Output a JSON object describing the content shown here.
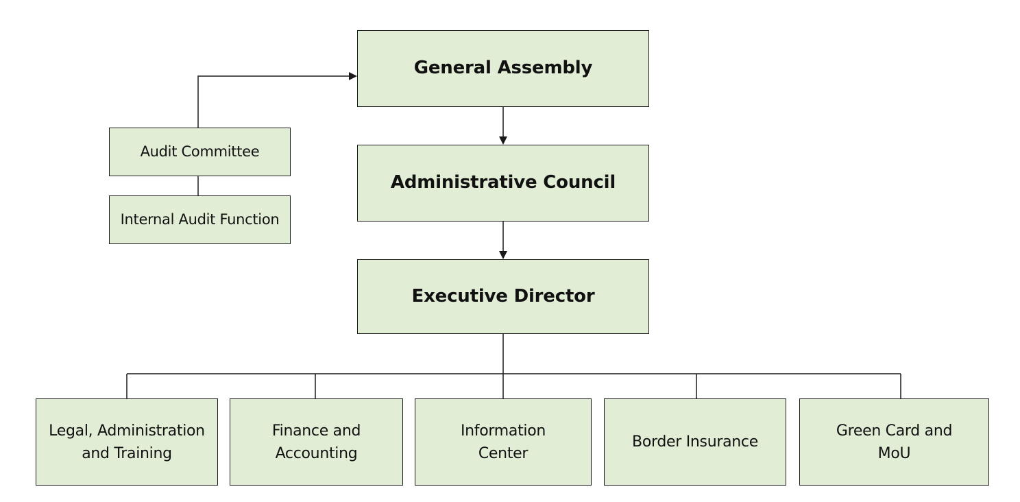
{
  "org_chart": {
    "general_assembly": "General Assembly",
    "administrative_council": "Administrative Council",
    "executive_director": "Executive Director",
    "audit_committee": "Audit Committee",
    "internal_audit_function": "Internal Audit Function",
    "departments": [
      {
        "line1": "Legal, Administration",
        "line2": "and Training"
      },
      {
        "line1": "Finance and",
        "line2": "Accounting"
      },
      {
        "line1": "Information",
        "line2": "Center"
      },
      {
        "line1": "Border Insurance",
        "line2": ""
      },
      {
        "line1": "Green Card and",
        "line2": "MoU"
      }
    ]
  },
  "colors": {
    "box_fill": "#e1edd5",
    "box_border": "#1a1a1a",
    "connector": "#1a1a1a"
  }
}
